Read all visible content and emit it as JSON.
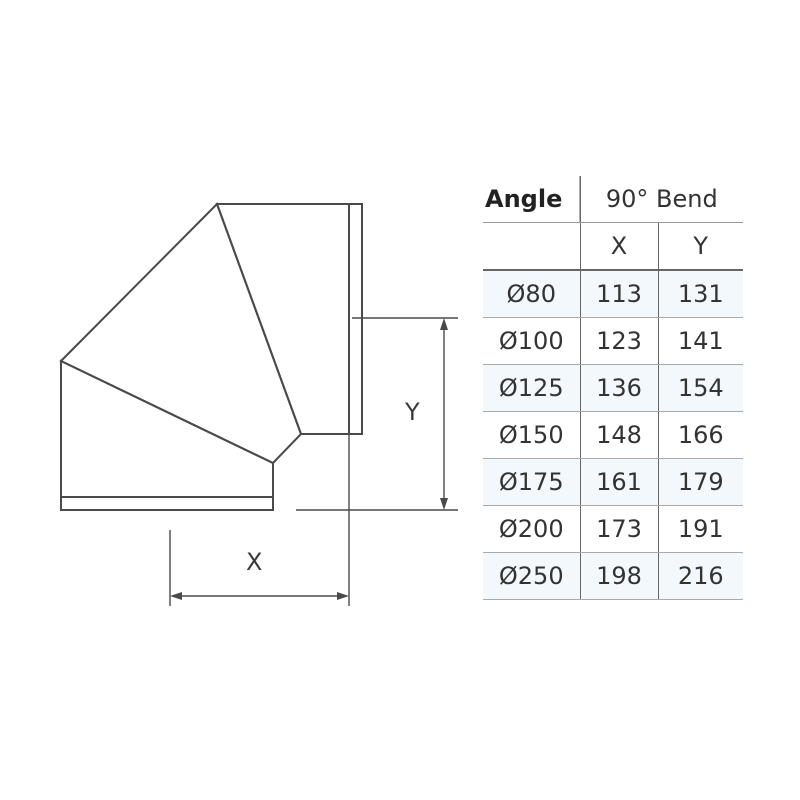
{
  "drawing": {
    "x_label": "X",
    "y_label": "Y"
  },
  "table": {
    "corner_label": "Angle",
    "group_header": "90° Bend",
    "col_x": "X",
    "col_y": "Y",
    "rows": [
      {
        "diameter": "Ø80",
        "x": "113",
        "y": "131"
      },
      {
        "diameter": "Ø100",
        "x": "123",
        "y": "141"
      },
      {
        "diameter": "Ø125",
        "x": "136",
        "y": "154"
      },
      {
        "diameter": "Ø150",
        "x": "148",
        "y": "166"
      },
      {
        "diameter": "Ø175",
        "x": "161",
        "y": "179"
      },
      {
        "diameter": "Ø200",
        "x": "173",
        "y": "191"
      },
      {
        "diameter": "Ø250",
        "x": "198",
        "y": "216"
      }
    ]
  }
}
